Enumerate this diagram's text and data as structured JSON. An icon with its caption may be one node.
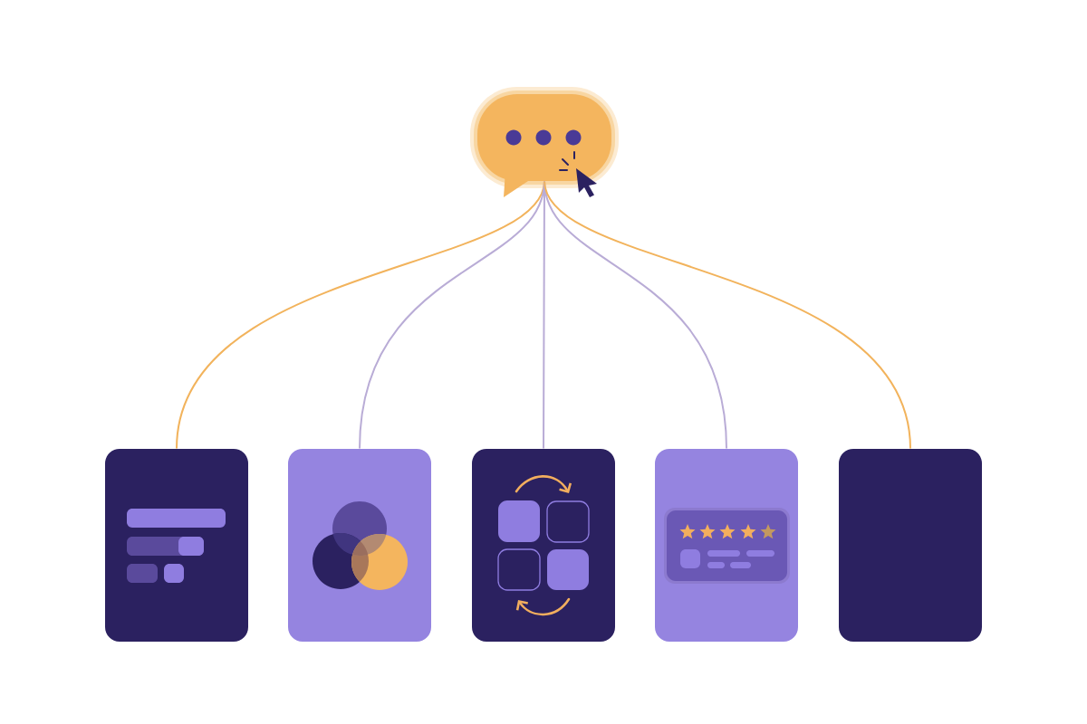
{
  "diagram": {
    "nodes": [
      {
        "text": [],
        "shape": "bubble"
      },
      {
        "text": [],
        "shape": "box"
      },
      {
        "text": [],
        "shape": "box"
      },
      {
        "text": [],
        "shape": "box"
      },
      {
        "text": [],
        "shape": "box"
      },
      {
        "text": [],
        "shape": "box"
      }
    ],
    "edges": [
      {
        "from": 0,
        "to": 1,
        "arrow": "none",
        "color": "#f2b35c"
      },
      {
        "from": 0,
        "to": 2,
        "arrow": "none"
      },
      {
        "from": 0,
        "to": 3,
        "arrow": "none"
      },
      {
        "from": 0,
        "to": 4,
        "arrow": "none"
      },
      {
        "from": 0,
        "to": 5,
        "arrow": "none",
        "color": "#f2b35c"
      }
    ]
  }
}
